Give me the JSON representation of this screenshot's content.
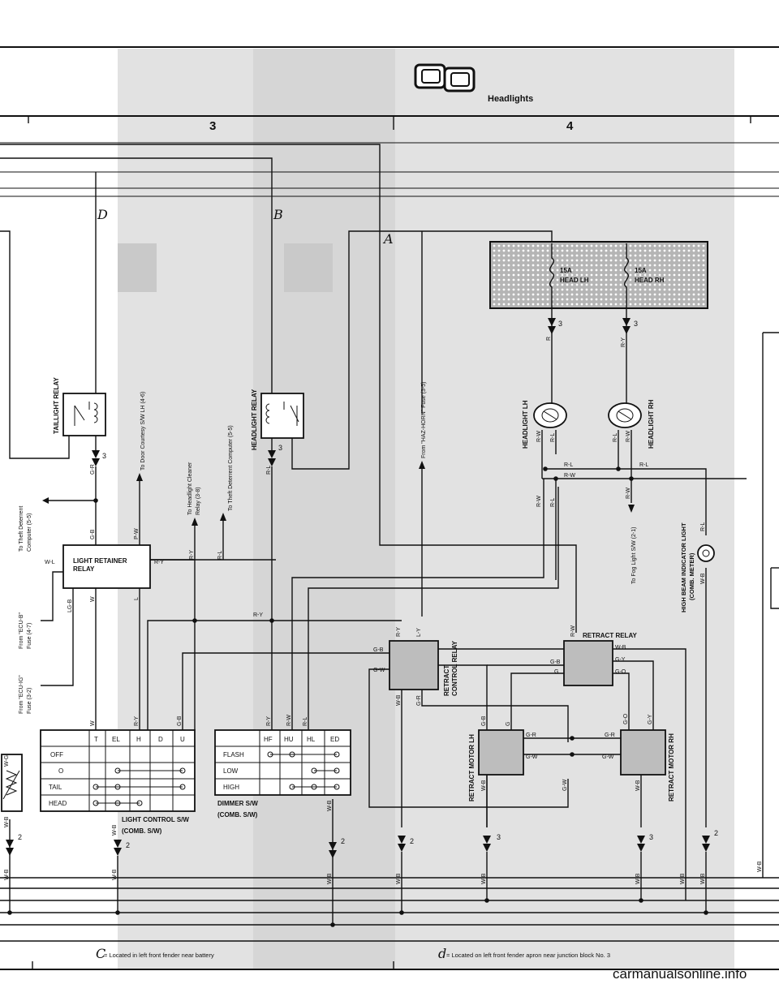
{
  "title": "Headlights",
  "columns": [
    "3",
    "4"
  ],
  "section_letters": [
    "D",
    "B",
    "A"
  ],
  "fuses": [
    {
      "rating": "15A",
      "name": "HEAD LH"
    },
    {
      "rating": "15A",
      "name": "HEAD RH"
    }
  ],
  "components": {
    "taillight_relay": "TAILLIGHT RELAY",
    "headlight_relay": "HEADLIGHT RELAY",
    "light_retainer_relay": [
      "LIGHT RETAINER",
      "RELAY"
    ],
    "headlight_lh": "HEADLIGHT LH",
    "headlight_rh": "HEADLIGHT RH",
    "retract_control_relay": [
      "RETRACT",
      "CONTROL RELAY"
    ],
    "retract_relay": "RETRACT RELAY",
    "retract_motor_lh": "RETRACT MOTOR LH",
    "retract_motor_rh": "RETRACT MOTOR RH",
    "high_beam_indicator": [
      "HIGH BEAM INDICATOR LIGHT",
      "(COMB. METER)"
    ],
    "light_control_sw": [
      "LIGHT CONTROL S/W",
      "(COMB. S/W)"
    ],
    "dimmer_sw": [
      "DIMMER S/W",
      "(COMB. S/W)"
    ]
  },
  "references": {
    "theft_deterrent_left": [
      "To Theft Deterrent",
      "Computer (5-5)"
    ],
    "ecu_b": [
      "From \"ECU-B\"",
      "Fuse (4-7)"
    ],
    "ecu_ig": [
      "From \"ECU-IG\"",
      "Fuse (3-2)"
    ],
    "door_courtesy": "To Door Courtesy S/W LH (4-6)",
    "headlight_cleaner": [
      "To Headlight Cleaner",
      "Relay (3-8)"
    ],
    "theft_deterrent_mid": "To Theft Deterrent Computer (5-5)",
    "haz_horn": "From \"HAZ-HORN\" Fuse (3-5)",
    "fog_light": "To Fog Light S/W (2-1)"
  },
  "light_control_table": {
    "headers": [
      "T",
      "EL",
      "H",
      "D",
      "U"
    ],
    "rows": [
      "OFF",
      "O",
      "TAIL",
      "HEAD"
    ]
  },
  "dimmer_table": {
    "headers": [
      "HF",
      "HU",
      "HL",
      "ED"
    ],
    "rows": [
      "FLASH",
      "LOW",
      "HIGH"
    ]
  },
  "wire_colors": {
    "g_r": "G-R",
    "g_b": "G-B",
    "p_w": "P-W",
    "w_l": "W-L",
    "r_y": "R-Y",
    "lg_b": "LG-B",
    "w": "W",
    "l": "L",
    "r_l": "R-L",
    "r": "R",
    "r_w": "R-W",
    "w_b": "W-B",
    "w_g": "W-G",
    "l_y": "L-Y",
    "g_w": "G-W",
    "g_y": "G-Y",
    "g_o": "G-O",
    "g": "G"
  },
  "connector_numbers": [
    "3",
    "2"
  ],
  "footnotes": {
    "c": {
      "letter": "C",
      "text": "= Located in left front fender near battery"
    },
    "d": {
      "letter": "d",
      "text": "= Located on left front fender apron near junction block No. 3"
    }
  },
  "watermark": "carmanualsonline.info"
}
